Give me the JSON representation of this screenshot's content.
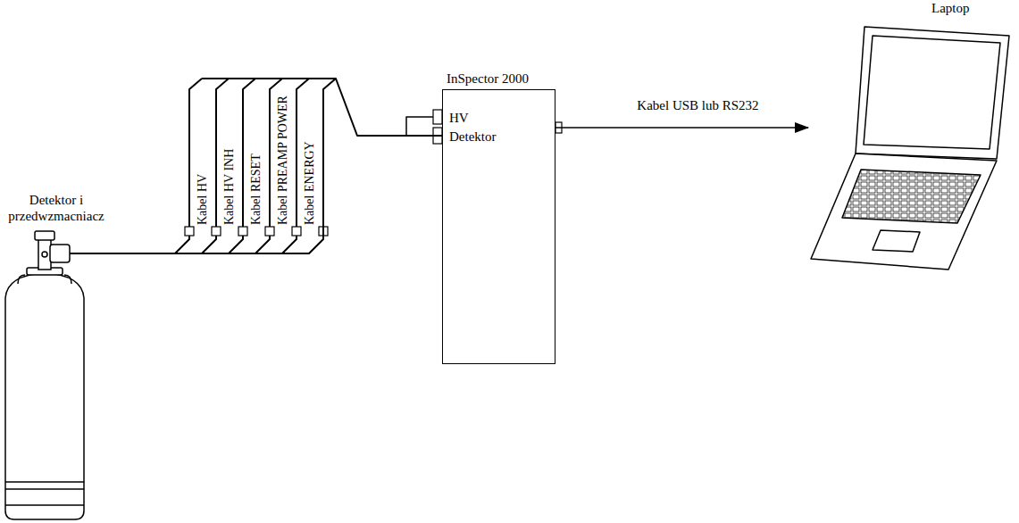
{
  "diagram": {
    "nodes": [
      {
        "text": [
          "Detektor i przedwzmacniacz"
        ]
      },
      {
        "text": [
          "InSpector 2000",
          "HV",
          "Detektor"
        ]
      },
      {
        "text": [
          "Laptop"
        ]
      }
    ],
    "edges": [
      {
        "from": 0,
        "to": 1,
        "arrow": "none"
      },
      {
        "from": 1,
        "to": 2,
        "arrow": "to",
        "label": "Kabel USB lub RS232"
      }
    ],
    "labels": [
      "Kabel HV",
      "Kabel HV INH",
      "Kabel RESET",
      "Kabel PREAMP POWER",
      "Kabel ENERGY"
    ]
  }
}
